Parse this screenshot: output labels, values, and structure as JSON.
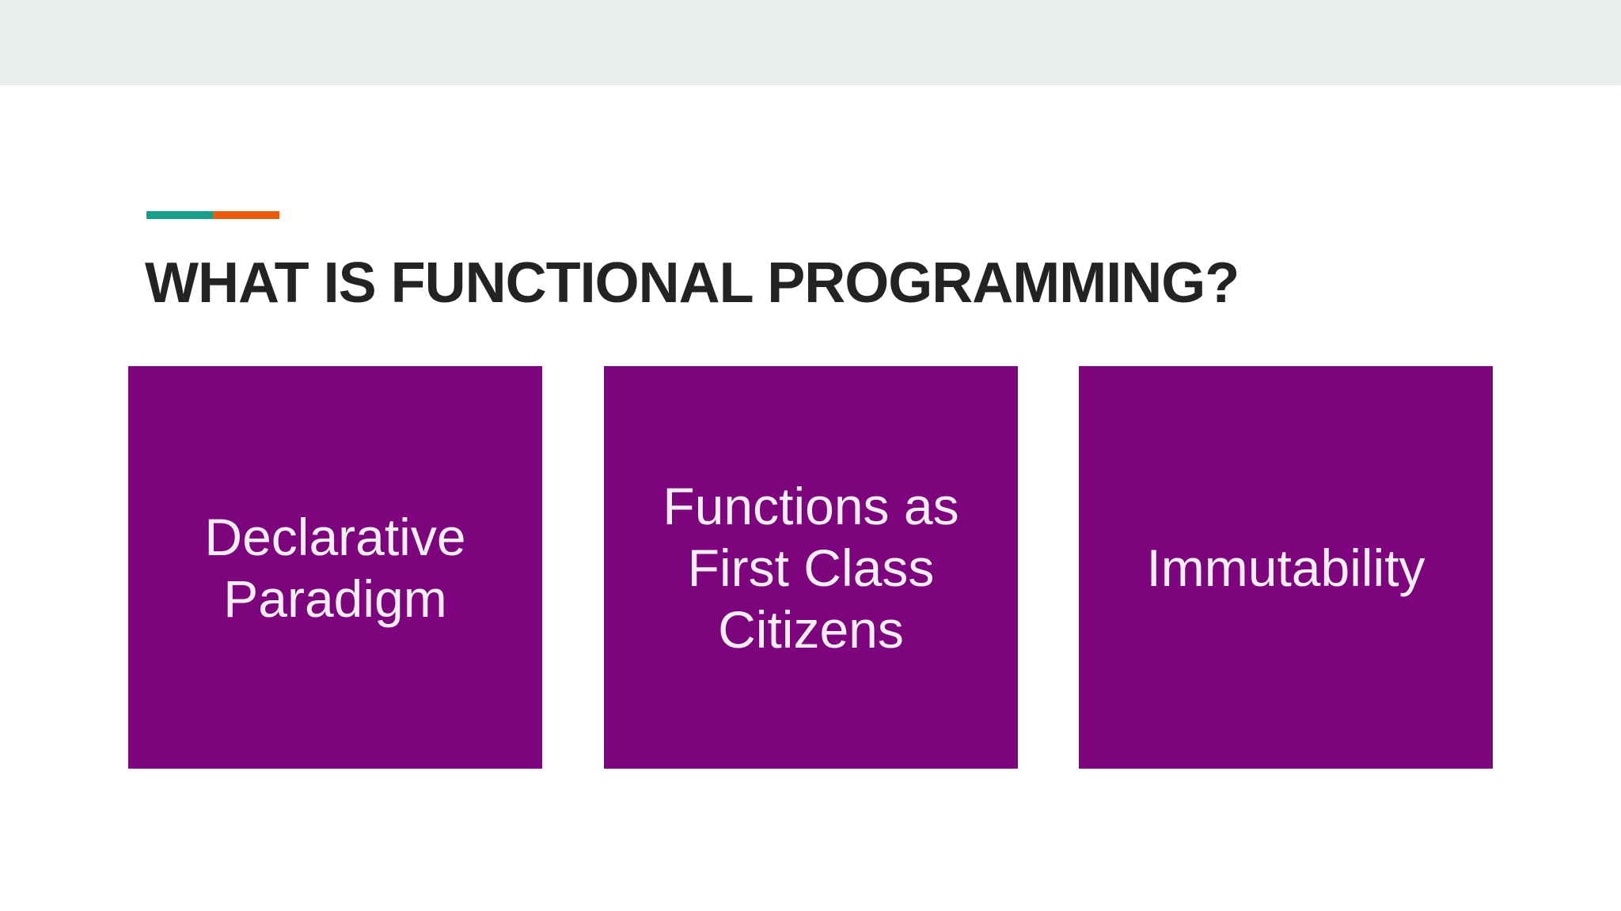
{
  "slide": {
    "title": "WHAT IS FUNCTIONAL PROGRAMMING?",
    "cards": [
      {
        "label": "Declarative Paradigm"
      },
      {
        "label": "Functions as First Class Citizens"
      },
      {
        "label": "Immutability"
      }
    ],
    "colors": {
      "top_band": "#e9edec",
      "accent_teal": "#189e88",
      "accent_orange": "#e85d0d",
      "title_text": "#232323",
      "card_fill": "#7e047e",
      "card_text": "#f2eef2",
      "background": "#ffffff"
    }
  }
}
